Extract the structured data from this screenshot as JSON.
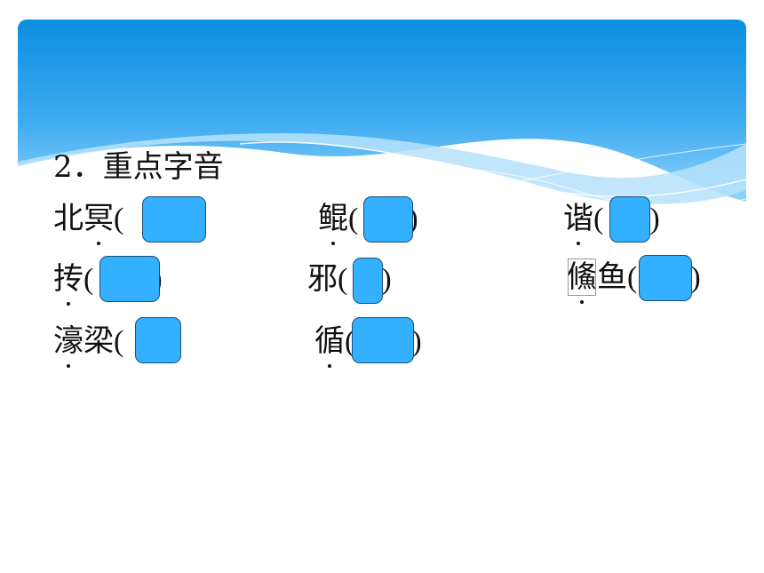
{
  "heading": "2．重点字音",
  "items": [
    {
      "text": "北冥",
      "dots": [
        1
      ],
      "open": "(",
      "close": ")"
    },
    {
      "text": "鲲",
      "dots": [
        0
      ],
      "open": "(",
      "close": ")"
    },
    {
      "text": "谐",
      "dots": [
        0
      ],
      "open": "(",
      "close": ")"
    },
    {
      "text": "抟",
      "dots": [
        0
      ],
      "open": "(",
      "close": ")"
    },
    {
      "text": "邪",
      "dots": [],
      "open": "(",
      "close": ")"
    },
    {
      "text": "鯈鱼",
      "dots": [
        0
      ],
      "boxed": [
        0
      ],
      "open": "(",
      "close": ")"
    },
    {
      "text": "濠梁",
      "dots": [
        0
      ],
      "open": "(",
      "close": ")"
    },
    {
      "text": "循",
      "dots": [
        0
      ],
      "open": "(",
      "close": ")"
    }
  ],
  "colors": {
    "answer_box_fill": "#33b0ff",
    "answer_box_border": "#1d4f74",
    "banner_top": "#0a8fe0",
    "banner_bottom": "#8fd4fb"
  }
}
